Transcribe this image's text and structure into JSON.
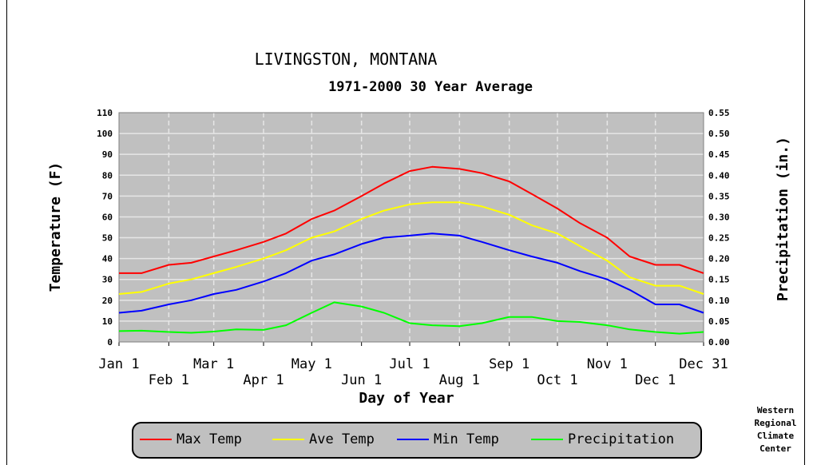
{
  "chart_data": {
    "type": "line",
    "title": "LIVINGSTON, MONTANA",
    "subtitle": "1971-2000 30 Year Average",
    "xlabel": "Day of Year",
    "ylabel": "Temperature (F)",
    "y2label": "Precipitation (in.)",
    "ylim": [
      0,
      110
    ],
    "y2lim": [
      0,
      0.55
    ],
    "yticks": [
      "0",
      "10",
      "20",
      "30",
      "40",
      "50",
      "60",
      "70",
      "80",
      "90",
      "100",
      "110"
    ],
    "y2ticks": [
      "0.00",
      "0.05",
      "0.10",
      "0.15",
      "0.20",
      "0.25",
      "0.30",
      "0.35",
      "0.40",
      "0.45",
      "0.50",
      "0.55"
    ],
    "xticks_top": [
      "Jan 1",
      "Mar 1",
      "May 1",
      "Jul 1",
      "Sep 1",
      "Nov 1",
      "Dec 31"
    ],
    "xticks_bottom": [
      "Feb 1",
      "Apr 1",
      "Jun 1",
      "Aug 1",
      "Oct 1",
      "Dec 1"
    ],
    "xtick_days": {
      "Jan 1": 1,
      "Feb 1": 32,
      "Mar 1": 60,
      "Apr 1": 91,
      "May 1": 121,
      "Jun 1": 152,
      "Jul 1": 182,
      "Aug 1": 213,
      "Sep 1": 244,
      "Oct 1": 274,
      "Nov 1": 305,
      "Dec 1": 335,
      "Dec 31": 365
    },
    "grid": true,
    "legend_position": "bottom",
    "x": [
      1,
      15,
      32,
      46,
      60,
      74,
      91,
      105,
      121,
      135,
      152,
      166,
      182,
      196,
      213,
      227,
      244,
      258,
      274,
      288,
      305,
      319,
      335,
      350,
      365
    ],
    "series": [
      {
        "name": "Max Temp",
        "axis": "left",
        "color": "#ff0000",
        "values": [
          33,
          33,
          37,
          38,
          41,
          44,
          48,
          52,
          59,
          63,
          70,
          76,
          82,
          84,
          83,
          81,
          77,
          71,
          64,
          57,
          50,
          41,
          37,
          37,
          33
        ]
      },
      {
        "name": "Ave Temp",
        "axis": "left",
        "color": "#ffff00",
        "values": [
          23,
          24,
          28,
          30,
          33,
          36,
          40,
          44,
          50,
          53,
          59,
          63,
          66,
          67,
          67,
          65,
          61,
          56,
          52,
          46,
          39,
          31,
          27,
          27,
          23
        ]
      },
      {
        "name": "Min Temp",
        "axis": "left",
        "color": "#0000ff",
        "values": [
          14,
          15,
          18,
          20,
          23,
          25,
          29,
          33,
          39,
          42,
          47,
          50,
          51,
          52,
          51,
          48,
          44,
          41,
          38,
          34,
          30,
          25,
          18,
          18,
          14
        ]
      },
      {
        "name": "Precipitation",
        "axis": "right",
        "color": "#00ff00",
        "values": [
          0.026,
          0.027,
          0.024,
          0.022,
          0.025,
          0.03,
          0.029,
          0.04,
          0.07,
          0.095,
          0.085,
          0.07,
          0.045,
          0.04,
          0.038,
          0.045,
          0.06,
          0.06,
          0.05,
          0.048,
          0.04,
          0.03,
          0.024,
          0.02,
          0.024
        ]
      }
    ]
  },
  "source": [
    "Western",
    "Regional",
    "Climate",
    "Center"
  ]
}
